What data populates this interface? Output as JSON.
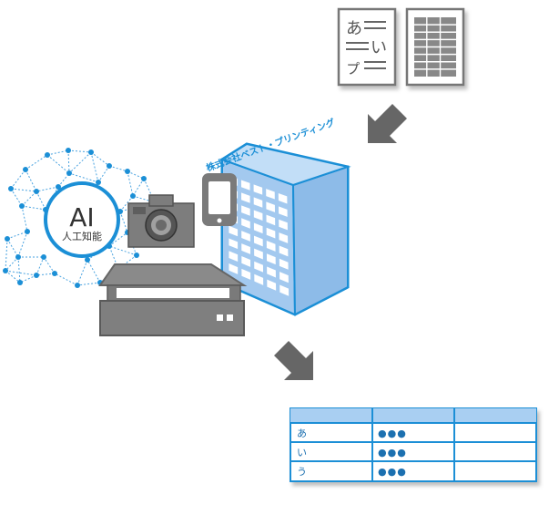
{
  "ai": {
    "title": "AI",
    "subtitle": "人工知能"
  },
  "company_name": "株式会社ベスト・プリンティング",
  "document": {
    "glyphs": [
      "あ",
      "い",
      "ㇷ゚"
    ]
  },
  "table": {
    "rows": [
      {
        "label": "あ",
        "value": "●●●"
      },
      {
        "label": "い",
        "value": "●●●"
      },
      {
        "label": "う",
        "value": "●●●"
      }
    ]
  },
  "colors": {
    "accent_blue": "#1b8fd6",
    "building_fill": "#a9cff2",
    "device_gray": "#8a8a8a",
    "dark_gray": "#666666"
  },
  "icons": [
    "network-icon",
    "camera-icon",
    "smartphone-icon",
    "scanner-icon",
    "building-icon",
    "document-icon",
    "spreadsheet-icon",
    "arrow-icon"
  ]
}
